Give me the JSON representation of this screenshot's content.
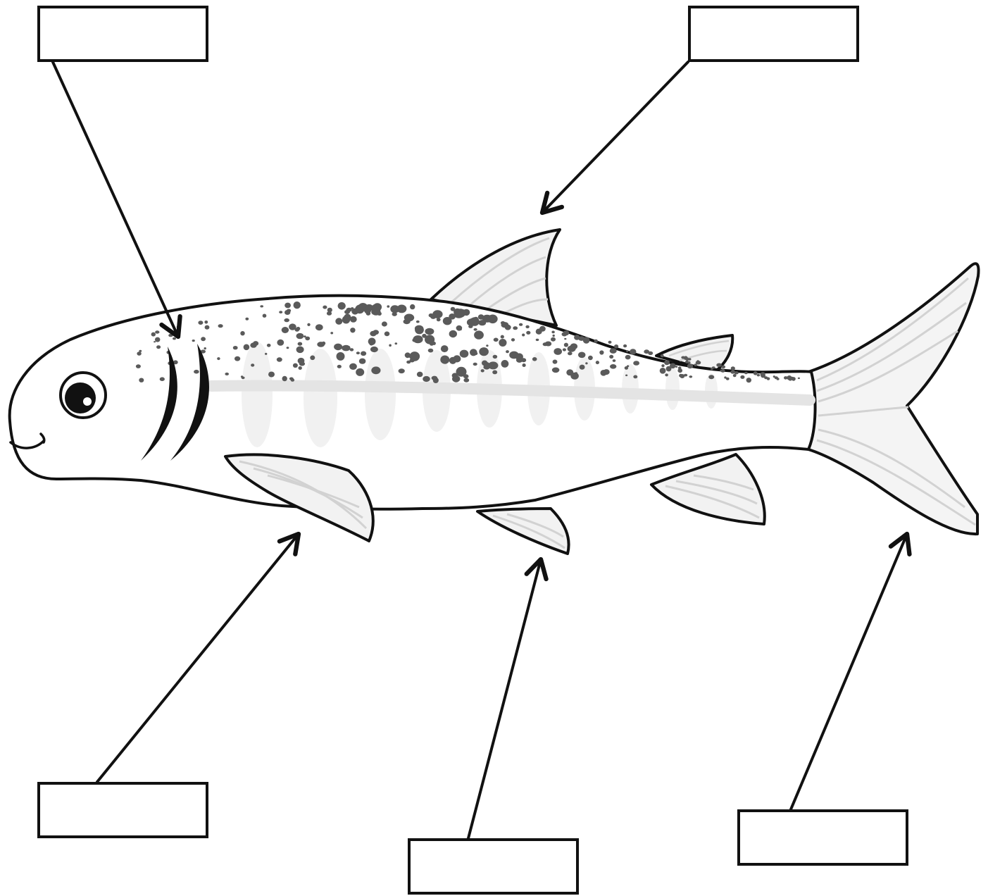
{
  "diagram": {
    "subject": "fish",
    "colors": {
      "outline": "#111111",
      "fin_fill": "#ececec",
      "fin_rays": "#cfcfcf",
      "lateral_stripe": "#e6e6e6",
      "spots": "#5a5a5a",
      "background": "#ffffff"
    },
    "labels": [
      {
        "id": "gills",
        "text": ""
      },
      {
        "id": "dorsal-fin",
        "text": ""
      },
      {
        "id": "pectoral-fin",
        "text": ""
      },
      {
        "id": "pelvic-fin",
        "text": ""
      },
      {
        "id": "caudal-fin",
        "text": ""
      }
    ]
  }
}
